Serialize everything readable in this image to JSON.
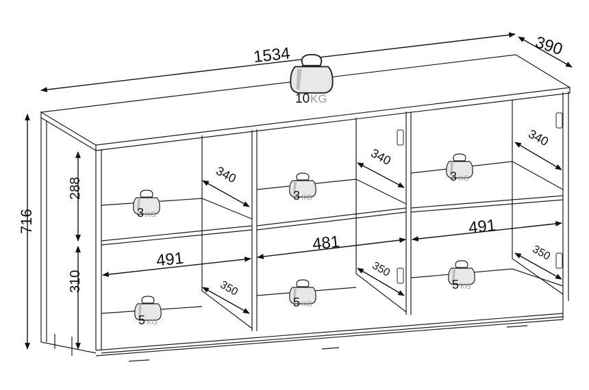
{
  "dimensions": {
    "width": "1534",
    "depth": "390",
    "height": "716",
    "upper_height": "288",
    "lower_height": "310",
    "shelf_depth_upper_left": "340",
    "shelf_depth_upper_mid": "340",
    "shelf_depth_upper_right": "340",
    "shelf_depth_lower_left": "350",
    "shelf_depth_lower_mid": "350",
    "shelf_depth_lower_right": "350",
    "compartment_left": "491",
    "compartment_mid": "481",
    "compartment_right": "491"
  },
  "load_weights": {
    "top": {
      "value": "10",
      "unit": "KG"
    },
    "upper_left": {
      "value": "3",
      "unit": "KG"
    },
    "upper_mid": {
      "value": "3",
      "unit": "KG"
    },
    "upper_right": {
      "value": "3",
      "unit": "KG"
    },
    "lower_left": {
      "value": "5",
      "unit": "KG"
    },
    "lower_mid": {
      "value": "5",
      "unit": "KG"
    },
    "lower_right": {
      "value": "5",
      "unit": "KG"
    }
  },
  "colors": {
    "line": "#111111",
    "unit_text": "#999999"
  }
}
